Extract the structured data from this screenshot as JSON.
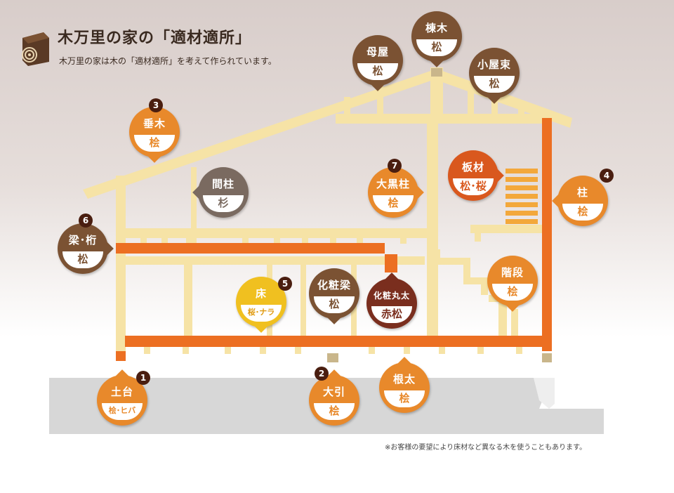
{
  "header": {
    "title": "木万里の家の「適材適所」",
    "subtitle": "木万里の家は木の「適材適所」を考えて作られています。"
  },
  "note": "※お客様の要望により床材など異なる木を使うこともあります。",
  "colors": {
    "light_wood": "#f6e3a6",
    "orange_beam": "#ec6f22",
    "foundation": "#d7d7d7",
    "tan_block": "#c9b68b"
  },
  "bubbles": [
    {
      "id": "dodai",
      "name": "土台",
      "wood": "桧･ヒバ",
      "badge": "1",
      "color": "orange"
    },
    {
      "id": "obiki",
      "name": "大引",
      "wood": "桧",
      "badge": "2",
      "color": "orange"
    },
    {
      "id": "taruki",
      "name": "垂木",
      "wood": "桧",
      "badge": "3",
      "color": "orange"
    },
    {
      "id": "hashira",
      "name": "柱",
      "wood": "桧",
      "badge": "4",
      "color": "orange"
    },
    {
      "id": "yuka",
      "name": "床",
      "wood": "桜･ナラ",
      "badge": "5",
      "color": "yellow"
    },
    {
      "id": "hari",
      "name": "梁･桁",
      "wood": "松",
      "badge": "6",
      "color": "brown"
    },
    {
      "id": "daikoku",
      "name": "大黒柱",
      "wood": "桧",
      "badge": "7",
      "color": "orange"
    },
    {
      "id": "moya",
      "name": "母屋",
      "wood": "松",
      "badge": "",
      "color": "brown"
    },
    {
      "id": "munagi",
      "name": "棟木",
      "wood": "松",
      "badge": "",
      "color": "brown"
    },
    {
      "id": "koyazuka",
      "name": "小屋束",
      "wood": "松",
      "badge": "",
      "color": "brown"
    },
    {
      "id": "mabashira",
      "name": "間柱",
      "wood": "杉",
      "badge": "",
      "color": "gray"
    },
    {
      "id": "itazai",
      "name": "板材",
      "wood": "松･桜",
      "badge": "",
      "color": "red"
    },
    {
      "id": "kaidan",
      "name": "階段",
      "wood": "桧",
      "badge": "",
      "color": "orange"
    },
    {
      "id": "keshoubari",
      "name": "化粧梁",
      "wood": "松",
      "badge": "",
      "color": "brown"
    },
    {
      "id": "keshoumaruta",
      "name": "化粧丸太",
      "wood": "赤松",
      "badge": "",
      "color": "maroon"
    },
    {
      "id": "neda",
      "name": "根太",
      "wood": "桧",
      "badge": "",
      "color": "orange"
    }
  ]
}
